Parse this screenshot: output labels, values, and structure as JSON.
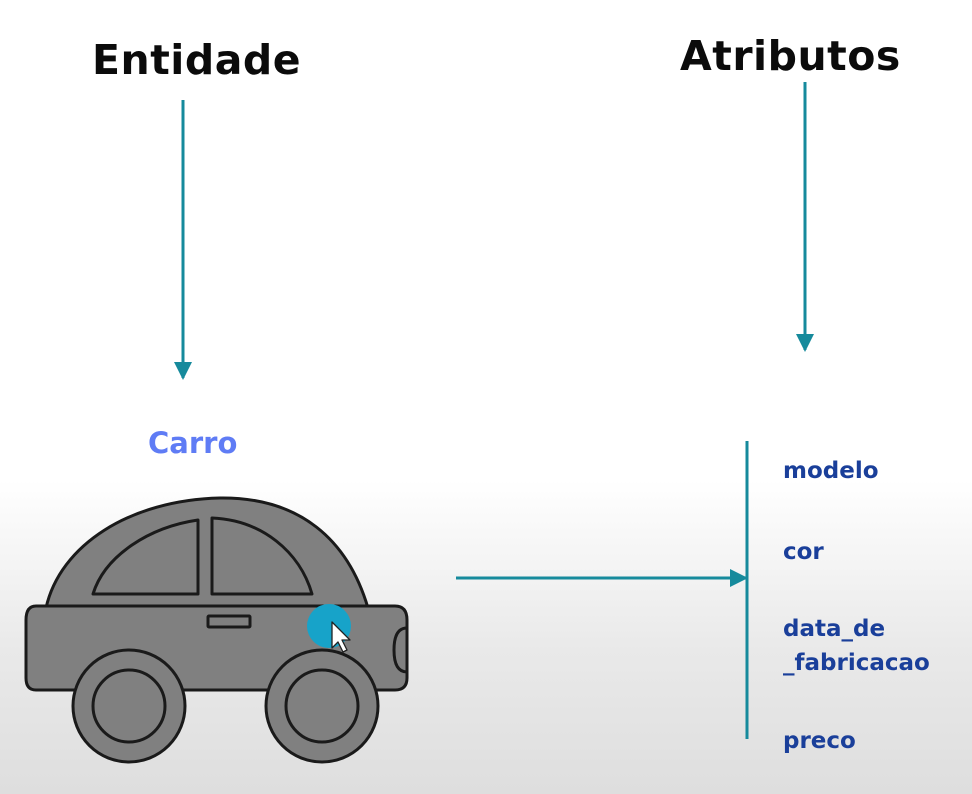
{
  "headings": {
    "entity": "Entidade",
    "attributes": "Atributos"
  },
  "entity": {
    "name": "Carro"
  },
  "attributes": [
    "modelo",
    "cor",
    "data_de\n_fabricacao",
    "preco"
  ],
  "colors": {
    "arrow": "#168a9c",
    "heading": "#0b0b0b",
    "entity_label": "#5f7cf5",
    "attribute_label": "#1a3f9a",
    "car_body": "#808080",
    "car_outline": "#1a1a1a",
    "cursor_highlight": "#17a3c9"
  },
  "icons": {
    "entity_illustration": "car-icon",
    "pointer": "mouse-cursor-icon"
  }
}
